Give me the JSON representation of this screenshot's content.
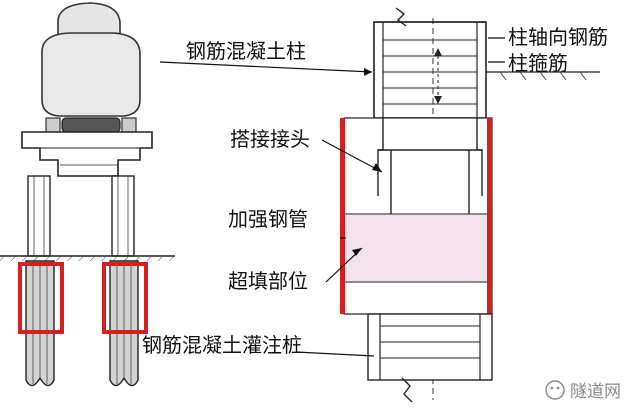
{
  "labels": {
    "rc_column": "钢筋混凝土柱",
    "axial_rebar": "柱轴向钢筋",
    "stirrup": "柱箍筋",
    "lap_joint": "搭接接头",
    "steel_tube": "加强钢管",
    "overfill": "超填部位",
    "bored_pile": "钢筋混凝土灌注桩"
  },
  "watermark": {
    "text": "隧道网"
  },
  "colors": {
    "highlight_red": "#d42020",
    "line": "#1a1a1a",
    "grey_fill": "#d8d8d8",
    "pink_fill": "#f3e4ec"
  }
}
